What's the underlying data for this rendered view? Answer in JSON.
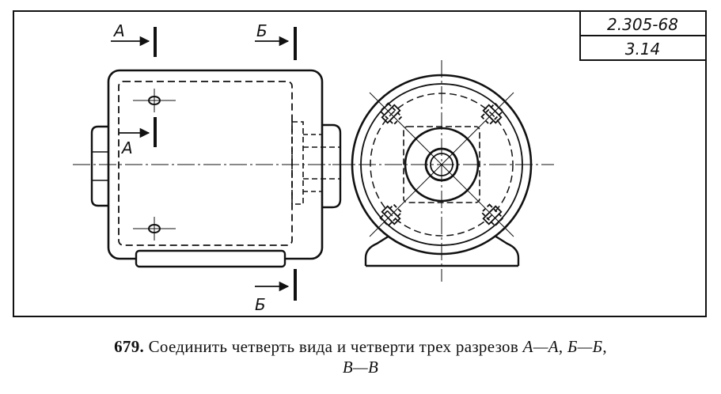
{
  "stamp": {
    "code": "2.305-68",
    "sheet": "3.14"
  },
  "section_labels": {
    "a": "А",
    "b": "Б"
  },
  "caption": {
    "number": "679.",
    "text": " Соединить четверть вида и четверти трех разрезов ",
    "cut_aa": "А—А",
    "sep": ", ",
    "cut_bb": "Б—Б",
    "sep2": ",",
    "cut_vv": "В—В"
  }
}
